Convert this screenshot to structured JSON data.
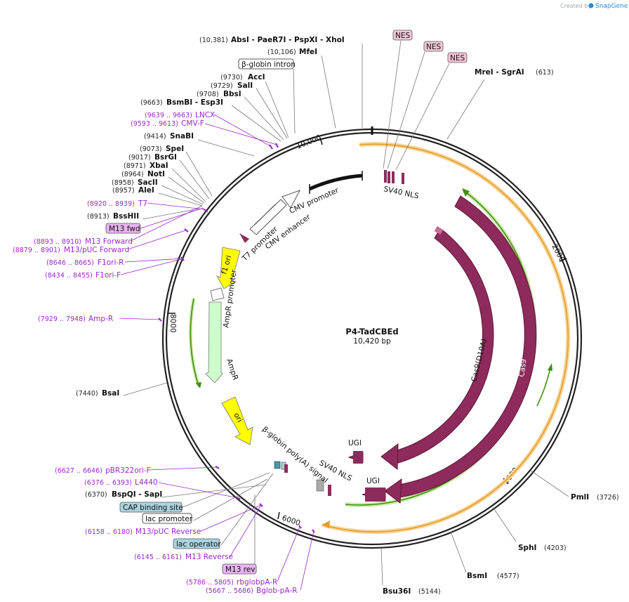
{
  "credit": {
    "created_by": "Created by",
    "brand": "SnapGene"
  },
  "plasmid": {
    "name": "P4-TadCBEd",
    "size": "10,420 bp",
    "length": 10420
  },
  "ticks": [
    "10,000",
    "2000",
    "4000",
    "6000",
    "8000"
  ],
  "enzymes_top": [
    {
      "pos": "(10,381)",
      "name": "AbsI  - PaeR7I  - PspXI  - XhoI"
    },
    {
      "pos": "(10,106)",
      "name": "MfeI"
    },
    {
      "pos": "(9730)",
      "name": "AccI"
    },
    {
      "pos": "(9729)",
      "name": "SalI"
    },
    {
      "pos": "(9708)",
      "name": "BbsI"
    },
    {
      "pos": "(9663)",
      "name": "BsmBI  - Esp3I"
    },
    {
      "pos": "(9414)",
      "name": "SnaBI"
    },
    {
      "pos": "(9073)",
      "name": "SpeI"
    },
    {
      "pos": "(9017)",
      "name": "BsrGI"
    },
    {
      "pos": "(8971)",
      "name": "XbaI"
    },
    {
      "pos": "(8964)",
      "name": "NotI"
    },
    {
      "pos": "(8958)",
      "name": "SacII"
    },
    {
      "pos": "(8957)",
      "name": "AleI"
    },
    {
      "pos": "(8913)",
      "name": "BssHII"
    },
    {
      "pos": "(7440)",
      "name": "BsaI"
    },
    {
      "pos": "(6370)",
      "name": "BspQI  - SapI"
    }
  ],
  "enzymes_right": [
    {
      "name": "MreI  - SgrAI",
      "pos": "(613)"
    },
    {
      "name": "PmlI",
      "pos": "(3726)"
    },
    {
      "name": "SphI",
      "pos": "(4203)"
    },
    {
      "name": "BsmI",
      "pos": "(4577)"
    },
    {
      "name": "Bsu36I",
      "pos": "(5144)"
    }
  ],
  "primers": [
    {
      "range": "(9639 .. 9663)",
      "name": "LNCX"
    },
    {
      "range": "(9593 .. 9613)",
      "name": "CMV-F"
    },
    {
      "range": "(8920 .. 8939)",
      "name": "T7"
    },
    {
      "range": "(8893 .. 8910)",
      "name": "M13 Forward"
    },
    {
      "range": "(8879 .. 8901)",
      "name": "M13/pUC Forward"
    },
    {
      "range": "(8646 .. 8665)",
      "name": "F1ori-R"
    },
    {
      "range": "(8434 .. 8455)",
      "name": "F1ori-F"
    },
    {
      "range": "(7929 .. 7948)",
      "name": "Amp-R"
    },
    {
      "range": "(6627 .. 6646)",
      "name": "pBR322ori-F"
    },
    {
      "range": "(6376 .. 6393)",
      "name": "L4440"
    },
    {
      "range": "(6158 .. 6180)",
      "name": "M13/pUC Reverse"
    },
    {
      "range": "(6145 .. 6161)",
      "name": "M13 Reverse"
    },
    {
      "range": "(5786 .. 5805)",
      "name": "rbglobpA-R"
    },
    {
      "range": "(5667 .. 5686)",
      "name": "Bglob-pA-R"
    }
  ],
  "boxes": {
    "nes": "NES",
    "beta_globin_intron": "β-globin intron",
    "m13_fwd": "M13 fwd",
    "cap_binding_site": "CAP binding site",
    "lac_promoter": "lac promoter",
    "lac_operator": "lac operator",
    "m13_rev": "M13 rev"
  },
  "features": {
    "sv40_nls_top": "SV40 NLS",
    "cmv_promoter": "CMV promoter",
    "cmv_enhancer": "CMV enhancer",
    "t7_promoter": "T7 promoter",
    "f1_ori": "f1 ori",
    "ampr_promoter": "AmpR promoter",
    "ampr": "AmpR",
    "ori": "ori",
    "beta_globin_polya": "β-globin poly(A) signal",
    "sv40_nls_bottom": "SV40 NLS",
    "ugi_1": "UGI",
    "ugi_2": "UGI",
    "cas9_d10a": "Cas9(D10A)",
    "cas9": "Cas9"
  },
  "colors": {
    "backbone": "#222222",
    "cas9": "#8e2b5c",
    "orf_orange": "#f0b24a",
    "orf_green": "#5aa51e",
    "yellow": "#ffff00",
    "ampr_fill": "#ccffcc",
    "primer": "#9b27c9",
    "box_pink": "#f3c5d8",
    "box_purple": "#e7b3ef",
    "box_blue": "#a9d3df"
  }
}
